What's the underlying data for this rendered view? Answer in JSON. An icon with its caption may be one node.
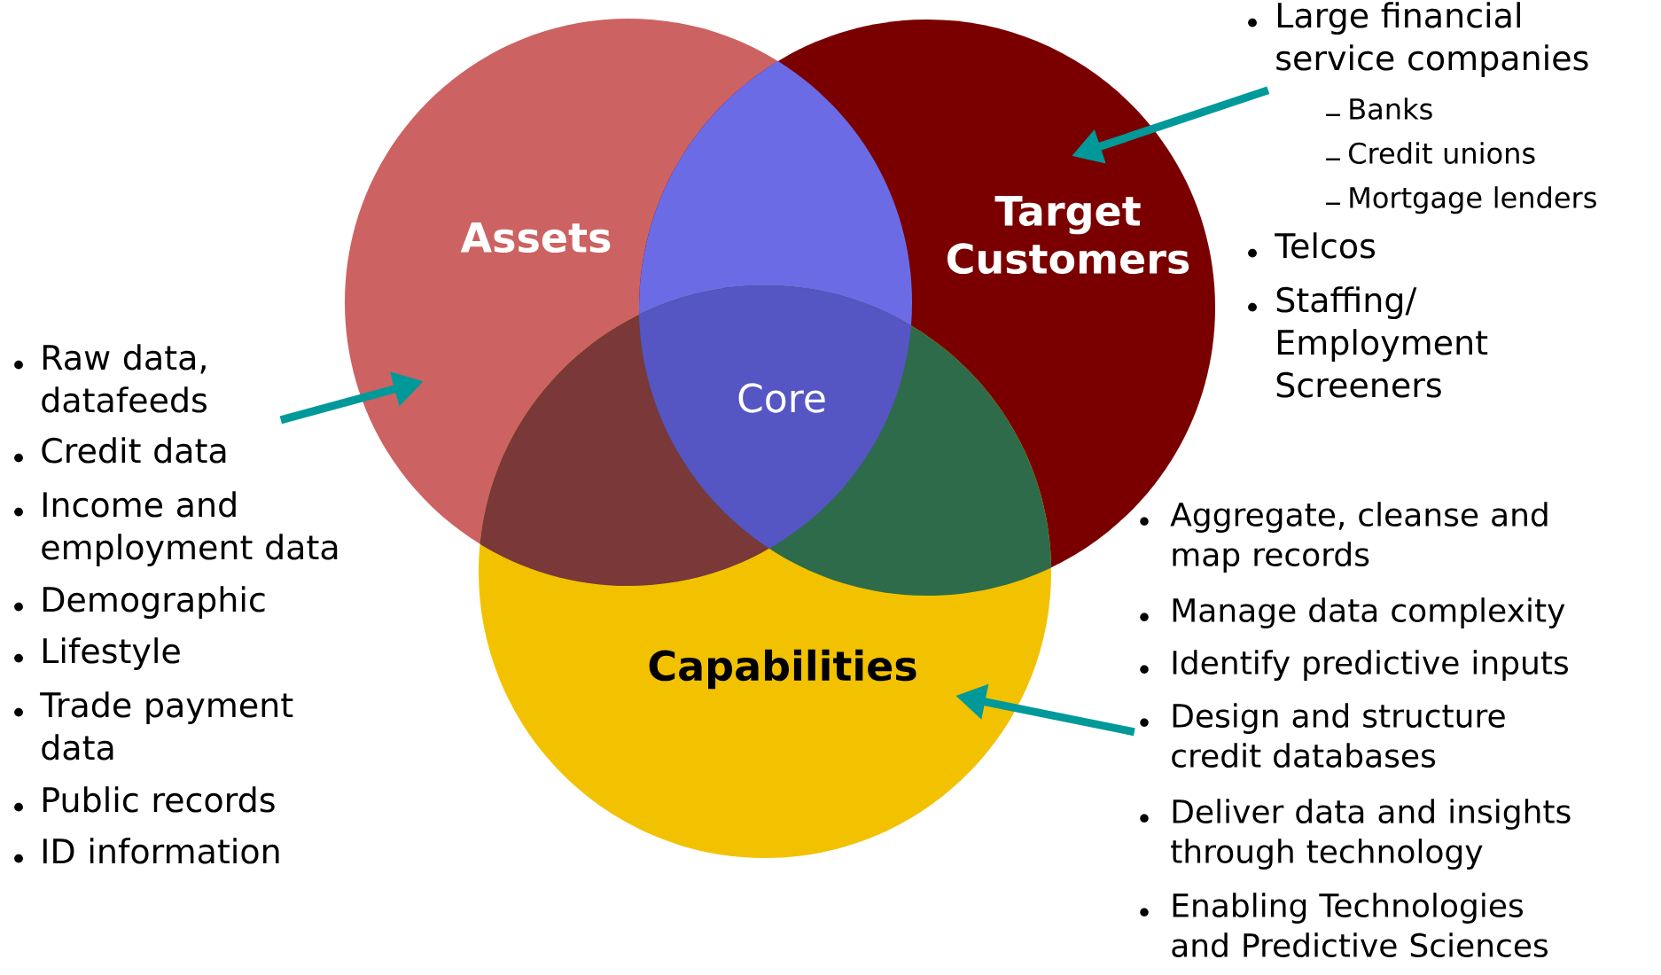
{
  "diagram": {
    "nodes": [
      {
        "text": [
          "Assets"
        ]
      },
      {
        "text": [
          "Target Customers"
        ]
      },
      {
        "text": [
          "Capabilities"
        ]
      },
      {
        "text": [
          "Core"
        ]
      },
      {
        "text": [
          "Raw data, datafeeds",
          "Credit data",
          "Income and employment data",
          "Demographic",
          "Lifestyle",
          "Trade payment data",
          "Public records",
          "ID information"
        ]
      },
      {
        "text": [
          "Large financial service companies",
          "Telcos",
          "Staffing/ Employment Screeners"
        ]
      },
      {
        "text": [
          "Banks",
          "Credit unions",
          "Mortgage lenders"
        ],
        "in": 5
      },
      {
        "text": [
          "Aggregate, cleanse and map records",
          "Manage data complexity",
          "Identify predictive inputs",
          "Design and structure credit databases",
          "Deliver data and insights through technology",
          "Enabling Technologies and Predictive Sciences"
        ]
      }
    ],
    "edges": [
      {
        "from": 4,
        "to": 0,
        "arrow": "to"
      },
      {
        "from": 5,
        "to": 1,
        "arrow": "to"
      },
      {
        "from": 7,
        "to": 2,
        "arrow": "to"
      }
    ]
  }
}
